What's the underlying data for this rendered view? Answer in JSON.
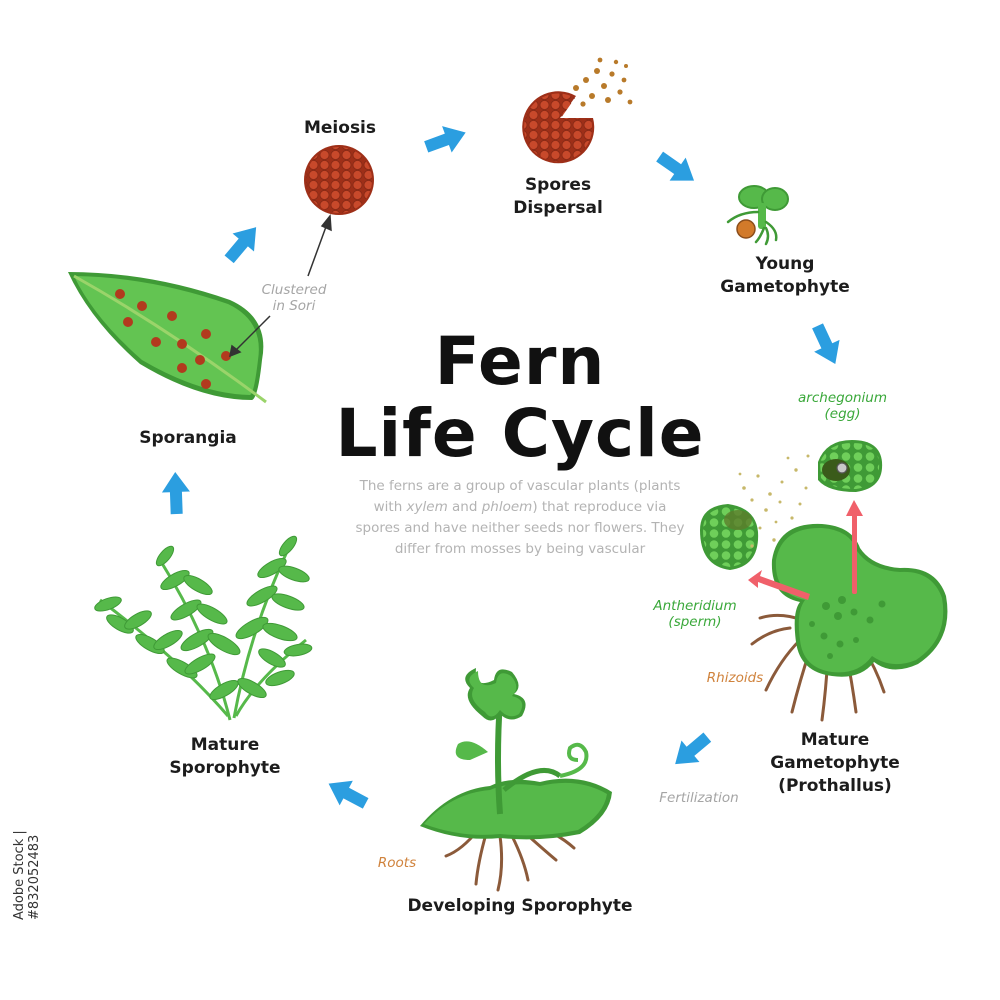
{
  "title": {
    "line1": "Fern",
    "line2": "Life Cycle"
  },
  "description": {
    "part1": "The ferns are a group of vascular plants (plants with ",
    "xylem": "xylem",
    "and": " and ",
    "phloem": "phloem",
    "part2": ") that reproduce via spores and have neither seeds nor flowers. They differ from mosses by being vascular"
  },
  "stages": {
    "meiosis": "Meiosis",
    "spores_dispersal": "Spores\nDispersal",
    "young_gametophyte": "Young\nGametophyte",
    "mature_gametophyte": "Mature\nGametophyte\n(Prothallus)",
    "developing_sporophyte": "Developing Sporophyte",
    "mature_sporophyte": "Mature\nSporophyte",
    "sporangia": "Sporangia"
  },
  "annotations": {
    "clustered_in_sori": "Clustered\nin Sori",
    "archegonium": "archegonium\n(egg)",
    "antheridium": "Antheridium\n(sperm)",
    "rhizoids": "Rhizoids",
    "fertilization": "Fertilization",
    "roots": "Roots"
  },
  "credit": "Adobe Stock | #832052483",
  "colors": {
    "arrow": "#2b9ee0",
    "leaf": "#56b94a",
    "leaf_dark": "#3f9a36",
    "spore": "#b23a1e",
    "root": "#8b5a3a",
    "pink_arrow": "#f0606a"
  }
}
